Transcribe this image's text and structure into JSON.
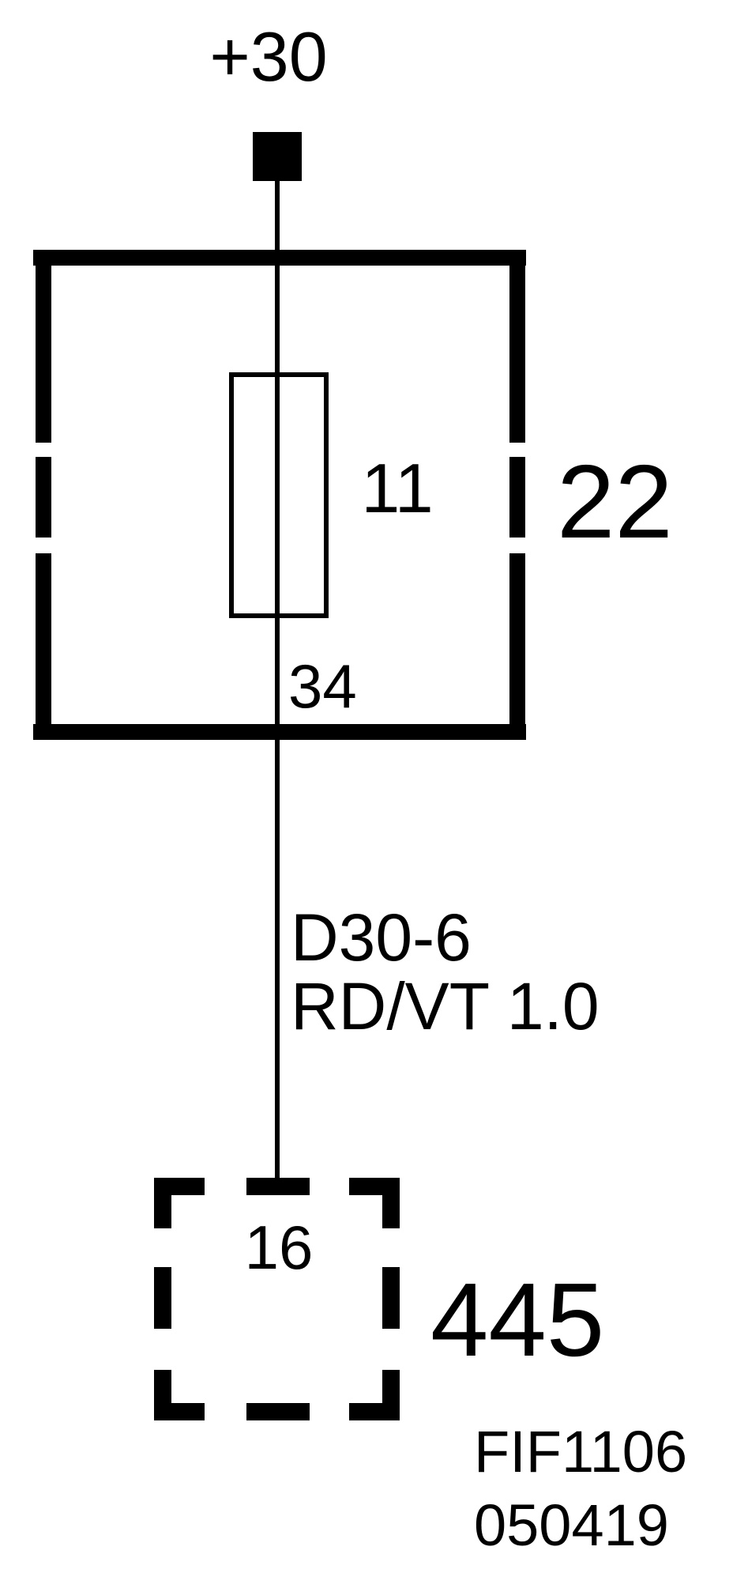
{
  "supply": {
    "label": "+30"
  },
  "fuse_box": {
    "component_number": "22",
    "fuse_number": "11",
    "output_pin": "34"
  },
  "wire": {
    "code": "D30-6",
    "spec": "RD/VT 1.0"
  },
  "connector": {
    "component_number": "445",
    "pin": "16"
  },
  "drawing_ref": {
    "id": "FIF1106",
    "date": "050419"
  },
  "colors": {
    "line": "#000000",
    "background": "#ffffff"
  }
}
